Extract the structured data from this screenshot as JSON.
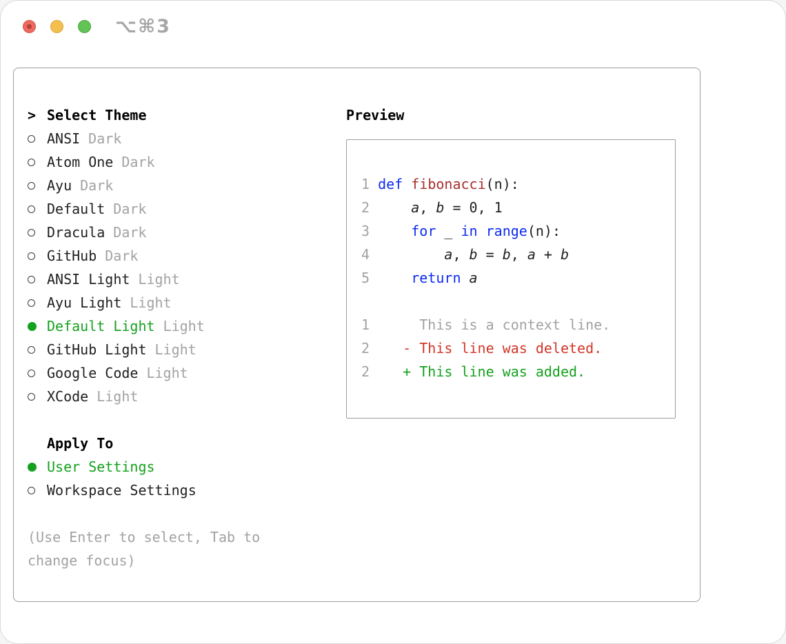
{
  "titlebar": {
    "shortcut": "⌥⌘3"
  },
  "picker": {
    "title_marker": ">",
    "title": "Select Theme",
    "themes": [
      {
        "name": "ANSI",
        "variant": "Dark",
        "selected": false
      },
      {
        "name": "Atom One",
        "variant": "Dark",
        "selected": false
      },
      {
        "name": "Ayu",
        "variant": "Dark",
        "selected": false
      },
      {
        "name": "Default",
        "variant": "Dark",
        "selected": false
      },
      {
        "name": "Dracula",
        "variant": "Dark",
        "selected": false
      },
      {
        "name": "GitHub",
        "variant": "Dark",
        "selected": false
      },
      {
        "name": "ANSI Light",
        "variant": "Light",
        "selected": false
      },
      {
        "name": "Ayu Light",
        "variant": "Light",
        "selected": false
      },
      {
        "name": "Default Light",
        "variant": "Light",
        "selected": true
      },
      {
        "name": "GitHub Light",
        "variant": "Light",
        "selected": false
      },
      {
        "name": "Google Code",
        "variant": "Light",
        "selected": false
      },
      {
        "name": "XCode",
        "variant": "Light",
        "selected": false
      }
    ],
    "apply_to": {
      "title": "Apply To",
      "options": [
        {
          "label": "User Settings",
          "selected": true
        },
        {
          "label": "Workspace Settings",
          "selected": false
        }
      ]
    },
    "hint": "(Use Enter to select, Tab to change focus)"
  },
  "preview": {
    "title": "Preview",
    "code_lines": [
      {
        "num": "1",
        "tokens": [
          {
            "text": "def "
          },
          {
            "text": "fibonacci"
          },
          {
            "text": "(n):"
          }
        ]
      },
      {
        "num": "2",
        "tokens": [
          {
            "text": "    "
          },
          {
            "text": "a"
          },
          {
            "text": ", "
          },
          {
            "text": "b"
          },
          {
            "text": " = 0, 1"
          }
        ]
      },
      {
        "num": "3",
        "tokens": [
          {
            "text": "    "
          },
          {
            "text": "for"
          },
          {
            "text": " _ "
          },
          {
            "text": "in"
          },
          {
            "text": " "
          },
          {
            "text": "range"
          },
          {
            "text": "(n):"
          }
        ]
      },
      {
        "num": "4",
        "tokens": [
          {
            "text": "        "
          },
          {
            "text": "a"
          },
          {
            "text": ", "
          },
          {
            "text": "b"
          },
          {
            "text": " = "
          },
          {
            "text": "b"
          },
          {
            "text": ", "
          },
          {
            "text": "a"
          },
          {
            "text": " + "
          },
          {
            "text": "b"
          }
        ]
      },
      {
        "num": "5",
        "tokens": [
          {
            "text": "    "
          },
          {
            "text": "return"
          },
          {
            "text": " "
          },
          {
            "text": "a"
          }
        ]
      }
    ],
    "diff_lines": [
      {
        "num": "1",
        "text": "     This is a context line.",
        "type": "context"
      },
      {
        "num": "2",
        "text": "   - This line was deleted.",
        "type": "deleted"
      },
      {
        "num": "2",
        "text": "   + This line was added.",
        "type": "added"
      }
    ]
  },
  "colors": {
    "accent_green": "#14a11e",
    "keyword_blue": "#0d2bf0",
    "function_red": "#a82f2f",
    "deleted_red": "#d13427",
    "muted_gray": "#a2a2a2"
  }
}
